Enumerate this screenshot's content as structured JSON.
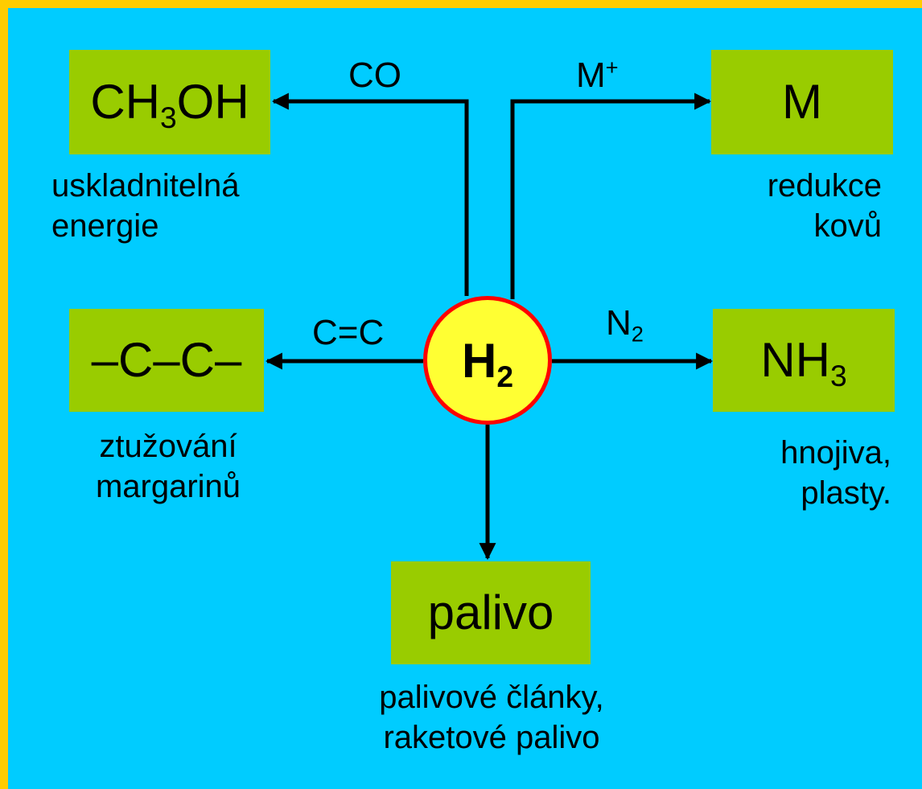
{
  "center": {
    "base": "H",
    "sub": "2"
  },
  "boxes": {
    "methanol": {
      "base": "CH",
      "sub": "3",
      "rest": "OH"
    },
    "metal": {
      "text": "M"
    },
    "alkane": {
      "text": "–C–C–"
    },
    "ammonia": {
      "base": "NH",
      "sub": "3"
    },
    "fuel": {
      "text": "palivo"
    }
  },
  "edge_labels": {
    "co": "CO",
    "metal_ion": {
      "base": "M",
      "sup": "+"
    },
    "alkene": "C=C",
    "nitrogen": {
      "base": "N",
      "sub": "2"
    }
  },
  "captions": {
    "methanol": [
      "uskladnitelná",
      "energie"
    ],
    "metal": [
      "redukce",
      "kovů"
    ],
    "alkane": [
      "ztužování",
      "margarinů"
    ],
    "ammonia": [
      "hnojiva,",
      "plasty."
    ],
    "fuel": [
      "palivové články,",
      "raketové palivo"
    ]
  },
  "colors": {
    "frame": "#ffcc00",
    "background": "#00ccff",
    "box": "#99cc00",
    "center_fill": "#ffff33",
    "center_border": "#ff0000"
  }
}
